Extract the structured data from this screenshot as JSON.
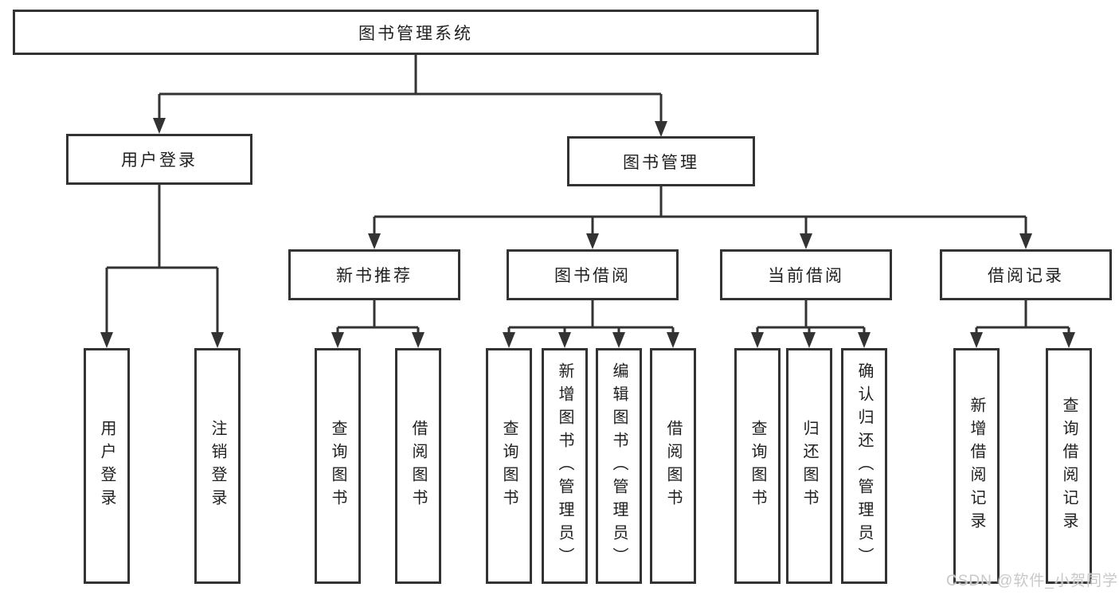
{
  "diagram": {
    "root": {
      "label": "图书管理系统"
    },
    "level2": {
      "user_login": "用户登录",
      "book_management": "图书管理"
    },
    "level3": {
      "new_book_recommendation": "新书推荐",
      "book_borrowing": "图书借阅",
      "current_borrowing": "当前借阅",
      "borrowing_records": "借阅记录"
    },
    "leaves": {
      "user_login": "用户登录",
      "logout": "注销登录",
      "recommend_query_books": "查询图书",
      "recommend_borrow_books": "借阅图书",
      "borrowing_query_books": "查询图书",
      "borrowing_add_book_admin": "新增图书（管理员）",
      "borrowing_edit_book_admin": "编辑图书（管理员）",
      "borrowing_borrow_books": "借阅图书",
      "current_query_books": "查询图书",
      "current_return_books": "归还图书",
      "current_confirm_return_admin": "确认归还（管理员）",
      "records_add_record": "新增借阅记录",
      "records_query_record": "查询借阅记录"
    },
    "colors": {
      "line": "#333333",
      "text": "#1f1f1f",
      "background": "#ffffff",
      "watermark": "#c8c8c8"
    }
  },
  "watermark": {
    "text": "CSDN @软件_小贺同学"
  }
}
